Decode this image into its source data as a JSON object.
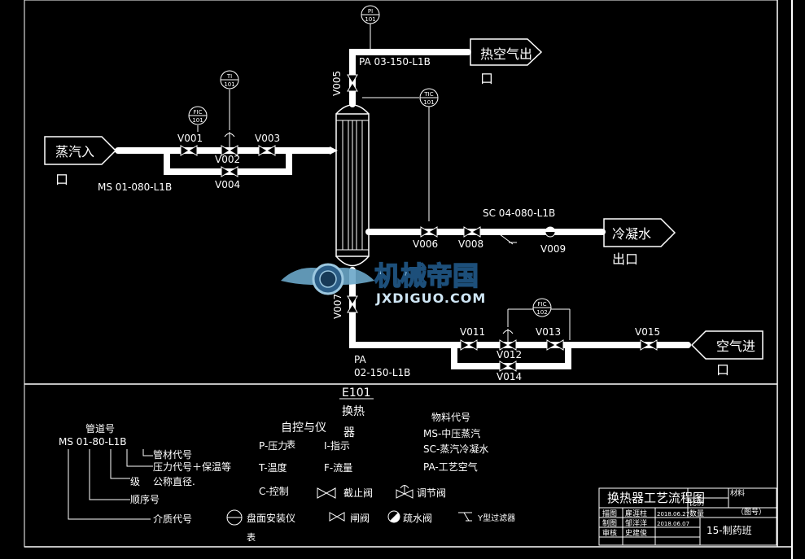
{
  "diagram": {
    "equipment_tag": "E101",
    "equipment_name": "换热器",
    "streams": {
      "steam_in": {
        "label": "蒸汽入",
        "sub": "口"
      },
      "hot_air_out": {
        "label": "热空气出",
        "sub": "口"
      },
      "condensate_out": {
        "label": "冷凝水",
        "sub": "出口"
      },
      "air_in": {
        "label": "空气进",
        "sub": "口"
      }
    },
    "pipes": {
      "ms": "MS 01-080-L1B",
      "pa03": "PA 03-150-L1B",
      "sc": "SC 04-080-L1B",
      "pa02_a": "PA",
      "pa02_b": "02-150-L1B"
    },
    "valves": {
      "v001": "V001",
      "v002": "V002",
      "v003": "V003",
      "v004": "V004",
      "v005": "V005",
      "v006": "V006",
      "v008": "V008",
      "v009": "V009",
      "v007": "V007",
      "v011": "V011",
      "v012": "V012",
      "v013": "V013",
      "v014": "V014",
      "v015": "V015"
    },
    "instruments": {
      "ti": {
        "a": "TI",
        "b": "101"
      },
      "fic101": {
        "a": "FIC",
        "b": "101"
      },
      "pi": {
        "a": "PI",
        "b": "101"
      },
      "tic": {
        "a": "TIC",
        "b": "101"
      },
      "fic102": {
        "a": "FIC",
        "b": "102"
      }
    }
  },
  "watermark": {
    "title": "机械帝国",
    "url": "JXDIGUO.COM"
  },
  "legend": {
    "pipe_no_title": "管道号",
    "pipe_no_example": "MS  01-80-L1B",
    "pipe_parts": [
      "管材代号",
      "压力代号＋保温等",
      "级",
      "公称直径.",
      "顺序号",
      "介质代号"
    ],
    "control_title": "自控与仪",
    "control_title2": "表",
    "control_codes": [
      "P-压力",
      "I-指示",
      "T-温度",
      "F-流量",
      "C-控制"
    ],
    "equipment_note": "E101",
    "equipment_note2": "换热",
    "equipment_note3": "器",
    "material_title": "物料代号",
    "material_codes": [
      "MS-中压蒸汽",
      "SC-蒸汽冷凝水",
      "PA-工艺空气"
    ],
    "symbols": {
      "stop_valve": "截止阀",
      "control_valve": "调节阀",
      "panel_instrument": "盘面安装仪",
      "panel_instrument2": "表",
      "gate_valve": "闸阀",
      "trap_valve": "疏水阀",
      "y_filter": "Y型过滤器"
    }
  },
  "title_block": {
    "title": "换热器工艺流程图",
    "material_label": "材料",
    "scale_label": "比例",
    "count_label": "数量",
    "drawing_no": "（图号）",
    "rows": [
      {
        "role": "描图",
        "name": "雇涯柱",
        "date": "2018.06.27"
      },
      {
        "role": "制图",
        "name": "邹洋洋",
        "date": "2018.06.07"
      },
      {
        "role": "审核",
        "name": "史建俊",
        "date": ""
      }
    ],
    "group": "15-制药班"
  }
}
